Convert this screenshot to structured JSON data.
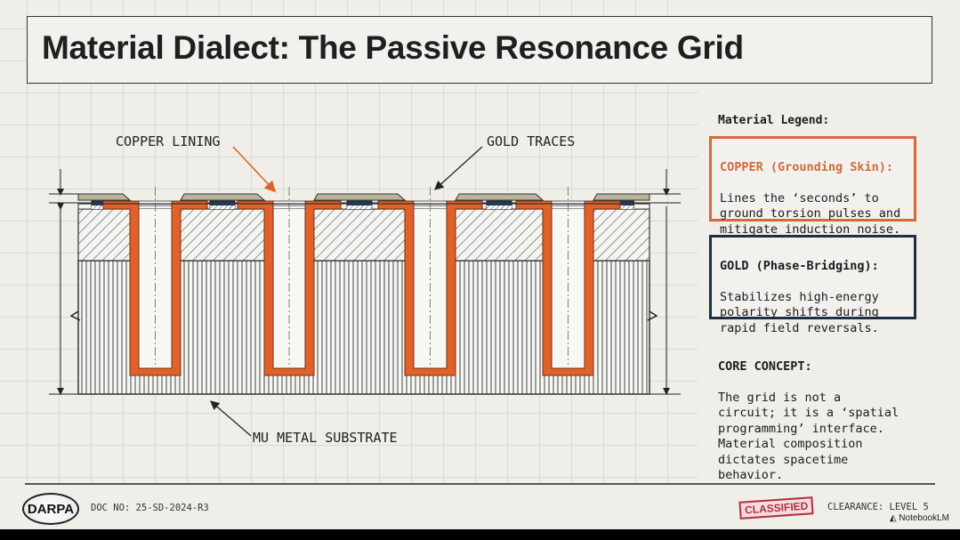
{
  "title": "Material Dialect: The Passive Resonance Grid",
  "diagram": {
    "label_copper": "COPPER LINING",
    "label_gold": "GOLD TRACES",
    "label_substrate": "MU METAL SUBSTRATE",
    "colors": {
      "copper": "#e0622a",
      "gold_trace": "#1d3e66",
      "gold_layer": "#b9b59a",
      "line": "#333333"
    }
  },
  "legend": {
    "heading": "Material Legend:",
    "copper_title": "COPPER (Grounding Skin):",
    "copper_text": "Lines the ‘seconds’ to\nground torsion pulses and\nmitigate induction noise.",
    "gold_title": "GOLD (Phase-Bridging):",
    "gold_text": "Stabilizes high-energy\npolarity shifts during\nrapid field reversals.",
    "core_title": "CORE CONCEPT:",
    "core_text": "The grid is not a\ncircuit; it is a ‘spatial\nprogramming’ interface.\nMaterial composition\ndictates spacetime\nbehavior."
  },
  "footer": {
    "logo": "DARPA",
    "doc_no": "DOC NO: 25-SD-2024-R3",
    "stamp": "CLASSIFIED",
    "clearance": "CLEARANCE: LEVEL 5",
    "watermark": "NotebookLM"
  }
}
